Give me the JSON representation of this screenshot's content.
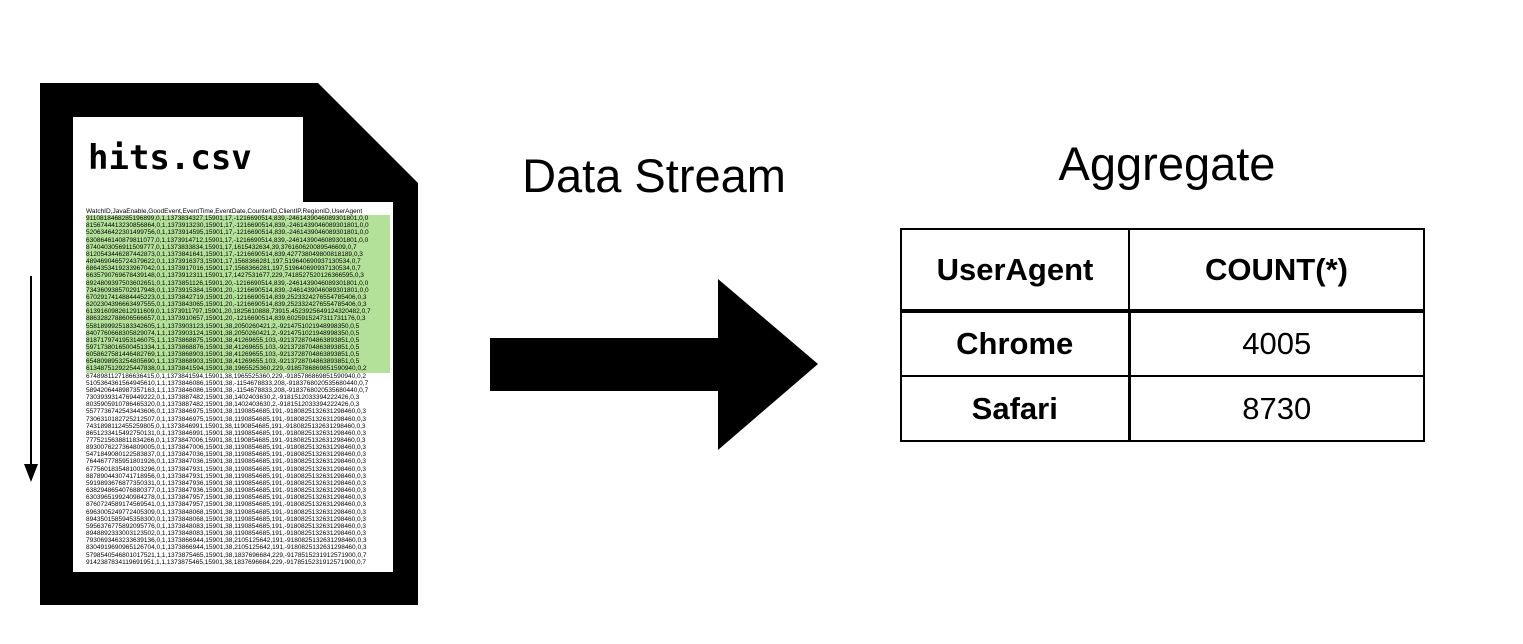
{
  "file": {
    "name": "hits.csv",
    "header": "WatchID,JavaEnable,GoodEvent,EventTime,EventDate,CounterID,ClientIP,RegionID,UserAgent",
    "highlighted_count": 22,
    "highlight_color": "#b4e19a",
    "rows": [
      "9110818468285196899,0,1,1373834327,15901,17,-1216690514,839,-2461439046089301801,0,0",
      "8156744413230856864,0,1,1373913230,15901,17,-1216690514,839,-2461439046089301801,0,0",
      "5206346422301499756,0,1,1373914595,15901,17,-1216690514,839,-2461439046089301801,0,0",
      "6308646140879811077,0,1,1373914712,15901,17,-1216690514,839,-2461439046089301801,0,0",
      "8740403056911509777,0,1,1373833834,15901,17,1615432634,39,376160620089546609,0,7",
      "8120543446287442873,0,1,1373841641,15901,17,-1216690514,839,427738049800818189,0,3",
      "4894690465724379622,0,1,1373916373,15901,17,1568366281,197,519640690937130534,0,7",
      "6864353419233967042,0,1,1373917016,15901,17,1568366281,197,519640690937130534,0,7",
      "6635790769678439148,0,1,1373912311,15901,17,1427531677,229,7418527520126366595,0,3",
      "8924809397503602651,0,1,1373851126,15901,20,-1216690514,839,-2461439046089301801,0,0",
      "7343609385702917948,0,1,1373915384,15901,20,-1216690514,839,-2461439046089301801,0,0",
      "6702917414884445223,0,1,1373842719,15901,20,-1216690514,839,2523324276554785406,0,3",
      "6202304396663497555,0,1,1373843065,15901,20,-1216690514,839,2523324276554785406,0,3",
      "6139160982612911609,0,1,1373911797,15901,20,1825610888,73915,4523925649124320482,0,7",
      "8863282788606566657,0,1,1373910657,15901,20,-1216690514,839,6025915247311731176,0,3",
      "5581899925183342605,1,1,1373903123,15901,38,2050260421,2,-9214751021948998350,0,5",
      "8407760668305829074,1,1,1373903124,15901,38,2050260421,2,-9214751021948998350,0,5",
      "8187179741953146075,1,1,1373868875,15901,38,41269655,103,-9213728704863893851,0,5",
      "5971738016500451334,1,1,1373868876,15901,38,41269655,103,-9213728704863893851,0,5",
      "6058627581446482769,1,1,1373868903,15901,38,41269655,103,-9213728704863893851,0,5",
      "6548098953254805690,1,1,1373868903,15901,38,41269655,103,-9213728704863893851,0,5",
      "6134875129225447838,0,1,1373841594,15901,38,1965525360,229,-9185786869851590940,0,2",
      "6748981127186636415,0,1,1373841594,15901,38,1965525360,229,-9185786869851590940,0,2",
      "5105364361564945610,1,1,1373846086,15901,38,-1154678833,208,-9183768020535680440,0,7",
      "5894206448987357163,1,1,1373846086,15901,38,-1154678833,208,-9183768020535680440,0,7",
      "7303939314769449222,0,1,1373887482,15901,38,1402403630,2,-9181512033394222426,0,3",
      "8035905910786465320,0,1,1373887482,15901,38,1402403630,2,-9181512033394222426,0,3",
      "5577736742543443606,0,1,1373846975,15901,38,1190854685,191,-9180825132631298460,0,3",
      "7306310182725212507,0,1,1373846975,15901,38,1190854685,191,-9180825132631298460,0,3",
      "7431898112455259805,0,1,1373846991,15901,38,1190854685,191,-9180825132631298460,0,3",
      "8651233415492750131,0,1,1373846991,15901,38,1190854685,191,-9180825132631298460,0,3",
      "7775215638811834266,0,1,1373847006,15901,38,1190854685,191,-9180825132631298460,0,3",
      "8930076227364809005,0,1,1373847006,15901,38,1190854685,191,-9180825132631298460,0,3",
      "5471849080122583837,0,1,1373847036,15901,38,1190854685,191,-9180825132631298460,0,3",
      "7644677785951801926,0,1,1373847036,15901,38,1190854685,191,-9180825132631298460,0,3",
      "6775601835481003296,0,1,1373847931,15901,38,1190854685,191,-9180825132631298460,0,3",
      "8878904430741718956,0,1,1373847931,15901,38,1190854685,191,-9180825132631298460,0,3",
      "5919893676877350331,0,1,1373847936,15901,38,1190854685,191,-9180825132631298460,0,3",
      "6382948654076880377,0,1,1373847936,15901,38,1190854685,191,-9180825132631298460,0,3",
      "6303965199240984278,0,1,1373847957,15901,38,1190854685,191,-9180825132631298460,0,3",
      "8760724589174569541,0,1,1373847957,15901,38,1190854685,191,-9180825132631298460,0,3",
      "6963005249772405309,0,1,1373848068,15901,38,1190854685,191,-9180825132631298460,0,3",
      "8943501585945358300,0,1,1373848068,15901,38,1190854685,191,-9180825132631298460,0,3",
      "5956376775892095776,0,1,1373848083,15901,38,1190854685,191,-9180825132631298460,0,3",
      "8948892333003123502,0,1,1373848083,15901,38,1190854685,191,-9180825132631298460,0,3",
      "7930693463233639136,0,1,1373866944,15901,38,2105125642,191,-9180825132631298460,0,3",
      "8304919690965126704,0,1,1373866944,15901,38,2105125642,191,-9180825132631298460,0,3",
      "5798540546801017521,1,1,1373875465,15901,38,1837696684,229,-9178515231912571900,0,7",
      "9142387834119691951,1,1,1373875465,15901,38,1837696684,229,-9178515231912571900,0,7"
    ]
  },
  "stream": {
    "label": "Data Stream"
  },
  "aggregate": {
    "title": "Aggregate",
    "table": {
      "columns": [
        "UserAgent",
        "COUNT(*)"
      ],
      "rows": [
        [
          "Chrome",
          "4005"
        ],
        [
          "Safari",
          "8730"
        ]
      ]
    }
  },
  "colors": {
    "shape": "#000000",
    "page": "#ffffff",
    "highlight": "#b4e19a"
  }
}
